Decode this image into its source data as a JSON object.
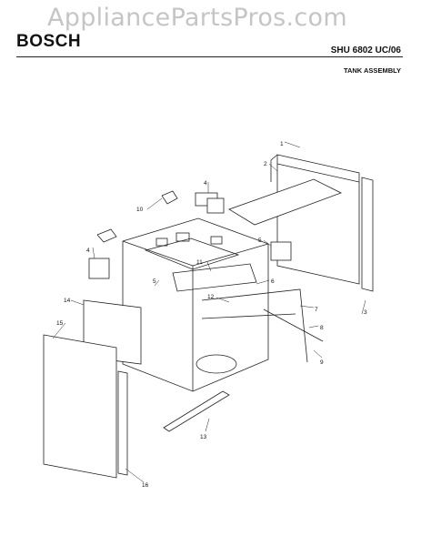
{
  "header": {
    "watermark": "AppliancePartsPros.com",
    "brand": "BOSCH",
    "model": "SHU 6802 UC/06",
    "subtitle": "TANK ASSEMBLY"
  },
  "callouts": {
    "c1": "1",
    "c2": "2",
    "c3": "3",
    "c4a": "4",
    "c4b": "4",
    "c5a": "5",
    "c5b": "5",
    "c6": "6",
    "c7": "7",
    "c8": "8",
    "c9": "9",
    "c10": "10",
    "c11": "11",
    "c12": "12",
    "c13": "13",
    "c14": "14",
    "c15": "15",
    "c16": "16"
  }
}
